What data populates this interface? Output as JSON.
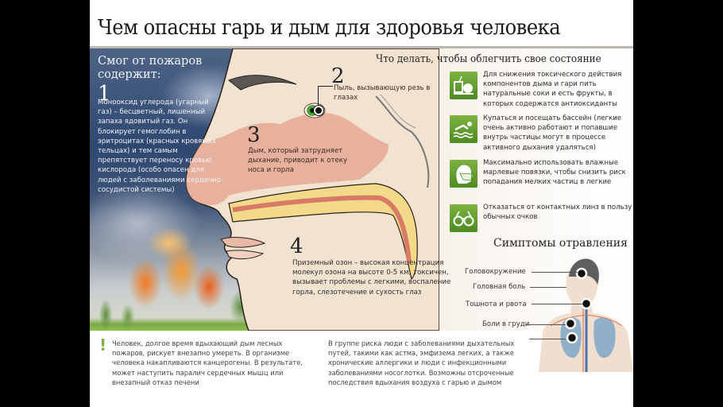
{
  "poster": {
    "title": "Чем опасны гарь и дым для здоровья человека"
  },
  "smog": {
    "heading_line1": "Смог от пожаров",
    "heading_line2": "содержит:",
    "items": [
      {
        "number": "1",
        "text": "Монооксид углерода (угарный газ) – бесцветный, лишенный запаха ядовитый газ. Он блокирует гемоглобин в эритроцитах (красных кровяных тельцах) и тем самым препятствует переносу кровью кислорода (особо опасен для людей с заболеваниями сердечно-сосудистой системы)"
      },
      {
        "number": "2",
        "text": "Пыль, вызывающую резь в глазах"
      },
      {
        "number": "3",
        "text": "Дым, который затрудняет дыхание, приводит к отеку носа и горла"
      },
      {
        "number": "4",
        "text": "Приземный озон – высокая концентрация молекул озона на высоте 0-5 км, токсичен, вызывает проблемы с легкими, воспаление горла, слезотечение и сухость глаз"
      }
    ]
  },
  "recommendations": {
    "heading": "Что делать, чтобы облегчить свое состояние",
    "items": [
      {
        "icon": "juice-fruit-icon",
        "text": "Для снижения токсического действия компонентов дыма и гари пить натуральные соки и есть фрукты, в которых содержатся антиоксиданты"
      },
      {
        "icon": "swimmer-icon",
        "text": "Купаться и посещать бассейн (легкие очень активно работают и попавшие внутрь частицы могут в процессе активного дыхания удаляться)"
      },
      {
        "icon": "face-mask-icon",
        "text": "Максимально использовать влажные марлевые повязки, чтобы снизить риск попадания мелких частиц в легкие"
      },
      {
        "icon": "glasses-icon",
        "text": "Отказаться от контактных линз в пользу обычных очков"
      }
    ],
    "accent_color": "#6aa335"
  },
  "symptoms": {
    "heading": "Симптомы отравления",
    "items": [
      {
        "label": "Головокружение"
      },
      {
        "label": "Головная боль"
      },
      {
        "label": "Тошнота и рвота"
      },
      {
        "label": "Боли в груди"
      }
    ]
  },
  "footer": {
    "warning_mark": "!",
    "left_text": "Человек, долгое время вдыхающий дым лесных пожаров, рискует внезапно умереть. В организме человека накапливаются канцерогены. В результате, может наступить паралич сердечных мышц или внезапный отказ печени",
    "right_text": "В группе риска люди с заболеваниями дыхательных путей, такими как астма, эмфизема легких, а также хронические аллергики и люди с инфекционными заболеваниями носоглотки. Возможны отсроченные последствия вдыхания воздуха с гарью и дымом"
  }
}
